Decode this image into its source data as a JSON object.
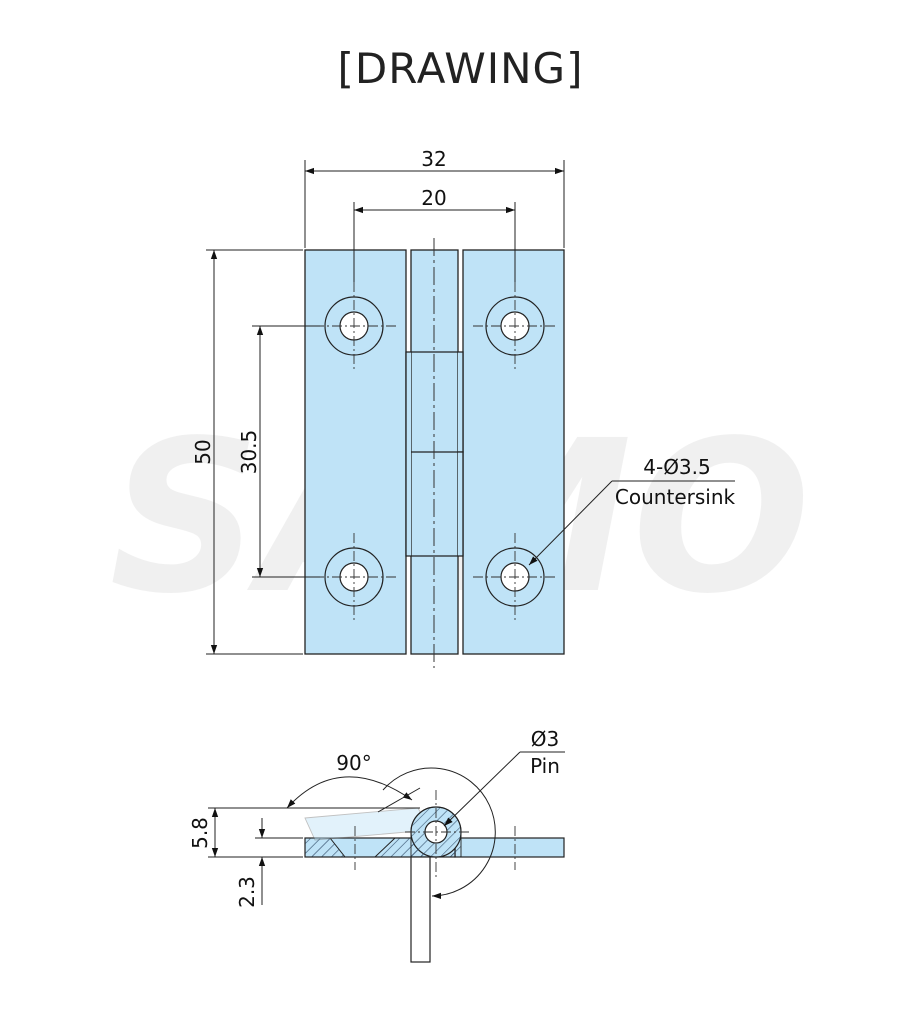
{
  "title": "[DRAWING]",
  "watermark": "SAMO",
  "colors": {
    "plate": "#bfe3f7",
    "line": "#222222",
    "hatch": "#2f4b67"
  },
  "front_view": {
    "dim_overall_width": "32",
    "dim_hole_spacing_width": "20",
    "dim_overall_height": "50",
    "dim_hole_spacing_height": "30.5",
    "hole_callout_count": "4-Ø3.5",
    "hole_callout_type": "Countersink"
  },
  "side_view": {
    "angle_label": "90°",
    "pin_callout_dia": "Ø3",
    "pin_callout_label": "Pin",
    "dim_knuckle_height": "5.8",
    "dim_leaf_thickness": "2.3"
  }
}
